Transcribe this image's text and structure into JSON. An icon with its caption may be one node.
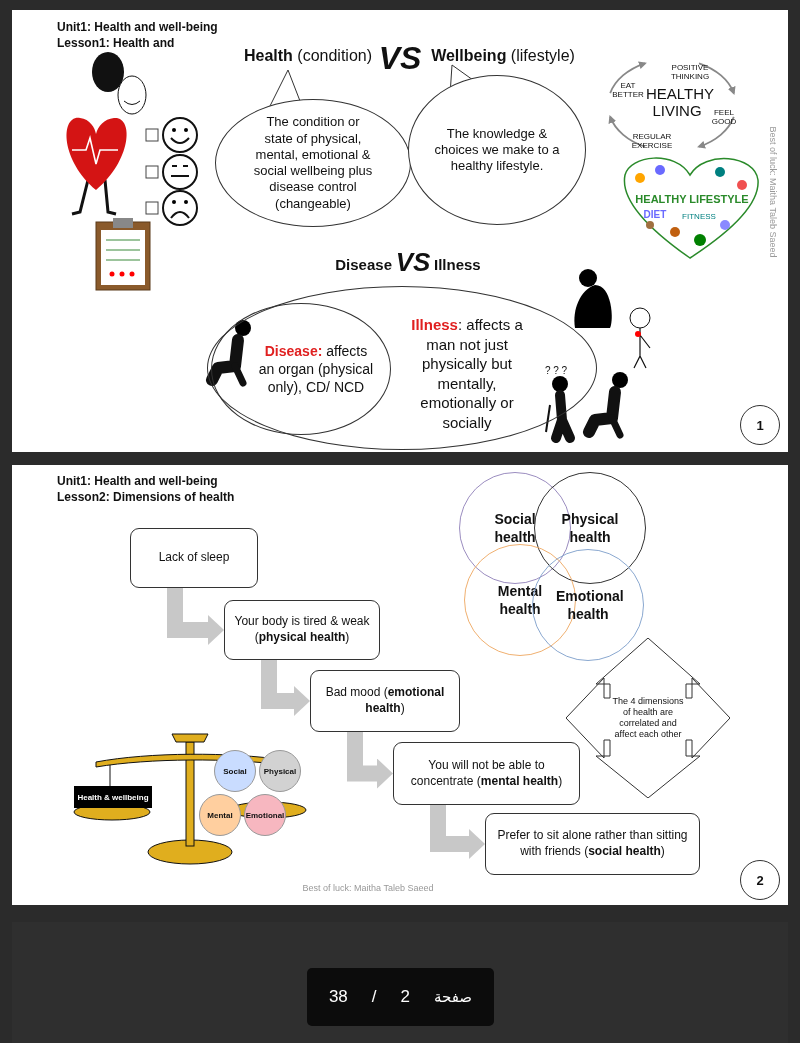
{
  "diagram": {
    "nodes": [
      {
        "text": [
          "**Health** (condition)",
          "The condition or state of physical, mental, emotional & social wellbeing plus disease control (changeable)"
        ]
      },
      {
        "text": [
          "**Wellbeing** (lifestyle)",
          "The knowledge & choices we make to a healthy lifestyle."
        ]
      },
      {
        "text": [
          "**Illness**: affects a man not just physically but mentally, emotionally or socially"
        ]
      },
      {
        "text": [
          "**Disease:** affects an organ (physical only), CD/ NCD"
        ],
        "in": 2
      },
      {
        "text": [
          "1"
        ]
      },
      {
        "text": [
          "Lack of sleep"
        ]
      },
      {
        "text": [
          "Your body is tired & weak (**physical health**)"
        ]
      },
      {
        "text": [
          "Bad mood (**emotional health**)"
        ]
      },
      {
        "text": [
          "You will not be able to concentrate (**mental health**)"
        ]
      },
      {
        "text": [
          "Prefer to sit alone rather than sitting with friends (**social health**)"
        ]
      },
      {
        "text": [
          "Social health"
        ]
      },
      {
        "text": [
          "Physical health"
        ]
      },
      {
        "text": [
          "Mental health"
        ]
      },
      {
        "text": [
          "Emotional health"
        ]
      },
      {
        "text": [
          "The 4 dimensions of health are correlated and affect each other"
        ]
      },
      {
        "text": [
          "Health & wellbeing"
        ]
      },
      {
        "text": [
          "Social"
        ]
      },
      {
        "text": [
          "Physical"
        ]
      },
      {
        "text": [
          "Mental"
        ]
      },
      {
        "text": [
          "Emotional"
        ]
      },
      {
        "text": [
          "2"
        ]
      },
      {
        "text": [
          "38",
          "/",
          "2",
          "صفحة"
        ]
      }
    ],
    "edges": [
      {
        "from": 5,
        "to": 6,
        "arrow": "to"
      },
      {
        "from": 6,
        "to": 7,
        "arrow": "to"
      },
      {
        "from": 7,
        "to": 8,
        "arrow": "to"
      },
      {
        "from": 8,
        "to": 9,
        "arrow": "to"
      }
    ],
    "labels": [
      "Unit1: Health and well-being",
      "Lesson1: Health and",
      "VS",
      "POSITIVE THINKING",
      "EAT BETTER",
      "HEALTHY LIVING",
      "FEEL GOOD",
      "REGULAR EXERCISE",
      "Best of luck: Maitha Taleb Saeed",
      "HEALTHY LIFESTYLE",
      "DIET",
      "FITNESS",
      "Disease",
      "VS",
      "Illness",
      "? ? ?",
      "Unit1: Health and well-being",
      "Lesson2: Dimensions of health",
      "Best of luck: Maitha Taleb Saeed"
    ]
  }
}
